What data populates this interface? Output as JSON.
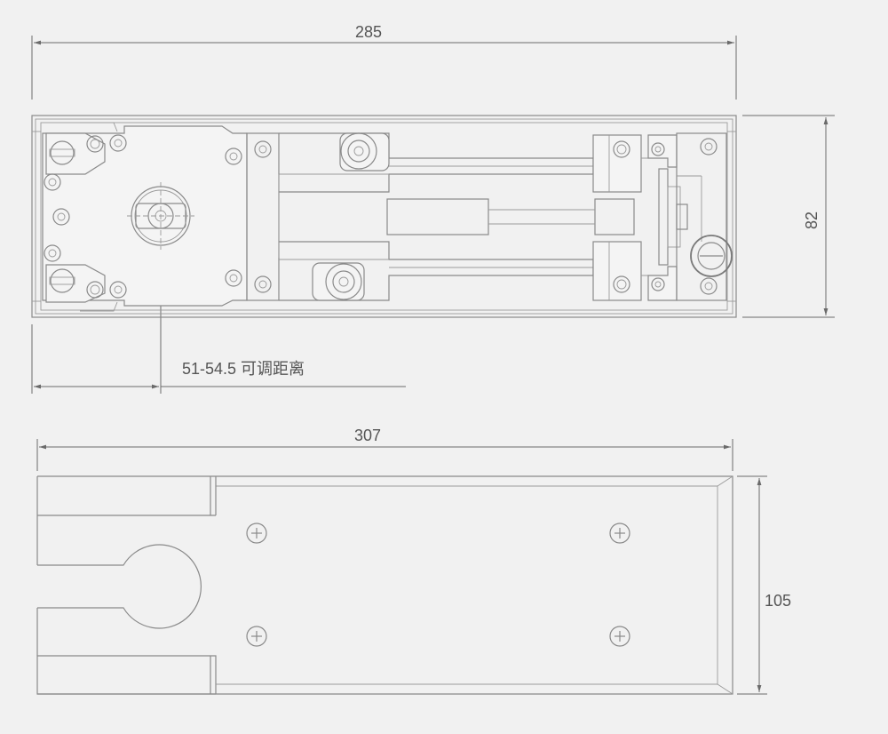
{
  "dimensions": {
    "top_width": "285",
    "top_height": "82",
    "adjustable": "51-54.5  可调距离",
    "bottom_width": "307",
    "bottom_height": "105"
  },
  "colors": {
    "background": "#f1f1f1",
    "line": "#8a8a8a",
    "text": "#555555"
  }
}
